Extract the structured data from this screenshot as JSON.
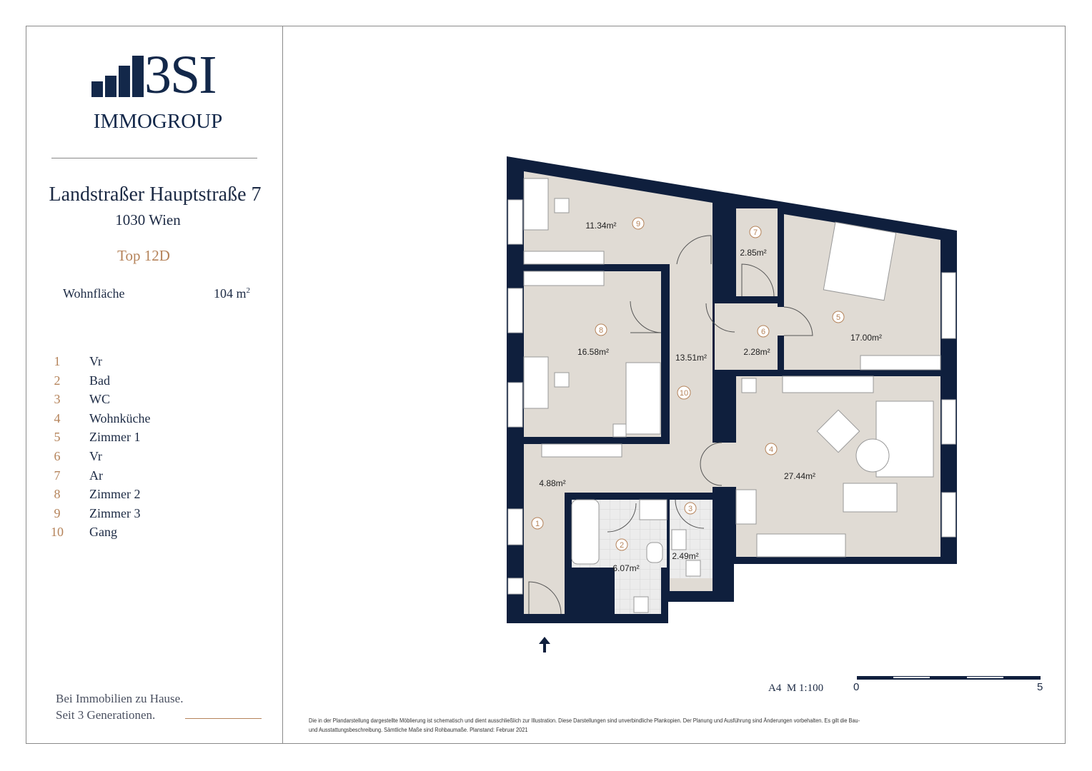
{
  "brand": {
    "logo_mark": "3SI",
    "logo_sub": "IMMOGROUP",
    "color_navy": "#13284a",
    "color_accent": "#b5835a"
  },
  "property": {
    "address": "Landstraßer Hauptstraße 7",
    "city": "1030 Wien",
    "unit": "Top 12D",
    "living_area_label": "Wohnfläche",
    "living_area_value": "104 m",
    "living_area_sup": "2"
  },
  "rooms": [
    {
      "num": "1",
      "name": "Vr",
      "area": "4.88m²"
    },
    {
      "num": "2",
      "name": "Bad",
      "area": "6.07m²"
    },
    {
      "num": "3",
      "name": "WC",
      "area": "2.49m²"
    },
    {
      "num": "4",
      "name": "Wohnküche",
      "area": "27.44m²"
    },
    {
      "num": "5",
      "name": "Zimmer 1",
      "area": "17.00m²"
    },
    {
      "num": "6",
      "name": "Vr",
      "area": "2.28m²"
    },
    {
      "num": "7",
      "name": "Ar",
      "area": "2.85m²"
    },
    {
      "num": "8",
      "name": "Zimmer 2",
      "area": "16.58m²"
    },
    {
      "num": "9",
      "name": "Zimmer 3",
      "area": "11.34m²"
    },
    {
      "num": "10",
      "name": "Gang",
      "area": "13.51m²"
    }
  ],
  "slogan": {
    "line1": "Bei Immobilien zu Hause.",
    "line2": "Seit 3 Generationen."
  },
  "scale": {
    "label": "A4  M 1:100",
    "start": "0",
    "end": "5"
  },
  "disclaimer": "Die in der Plandarstellung dargestellte Möblierung ist schematisch und dient ausschließlich zur Illustration. Diese Darstellungen sind unverbindliche Plankopien. Der Planung und Ausführung sind Änderungen vorbehalten. Es gilt die Bau- und Ausstattungsbeschreibung. Sämtliche Maße sind Rohbaumaße. Planstand: Februar 2021"
}
